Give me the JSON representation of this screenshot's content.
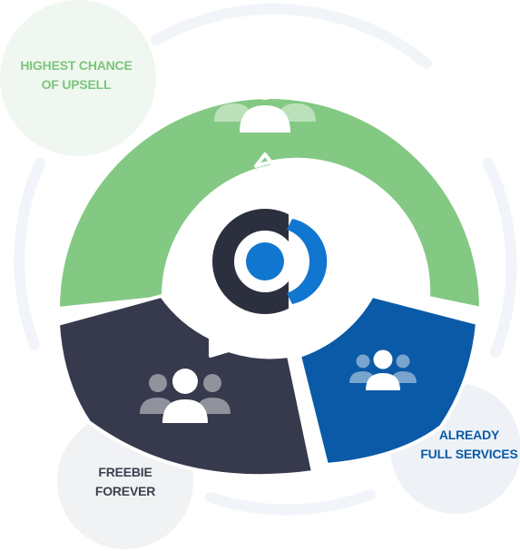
{
  "colors": {
    "green": "#83c984",
    "dark": "#363a4c",
    "blue": "#0a5aa7",
    "green_text": "#7cc47d",
    "dark_text": "#3b3f50",
    "blue_text": "#0a5aa7",
    "bubble_green": "#f0f7f0",
    "bubble_gray": "#f1f2f3",
    "bubble_blue": "#eef2f6",
    "outer_ring": "#f1f4f8",
    "logo_dark": "#2b2f3e",
    "logo_blue": "#1176cf"
  },
  "segments": [
    {
      "key": "upsell",
      "icon": "users-icon",
      "label_lines": [
        "HIGHEST CHANCE",
        "OF UPSELL"
      ]
    },
    {
      "key": "freebie",
      "icon": "users-icon",
      "label_lines": [
        "FREEBIE",
        "FOREVER"
      ]
    },
    {
      "key": "full",
      "icon": "users-icon",
      "label_lines": [
        "ALREADY",
        "FULL SERVICES"
      ]
    }
  ],
  "center": {
    "icon": "brand-logo"
  }
}
